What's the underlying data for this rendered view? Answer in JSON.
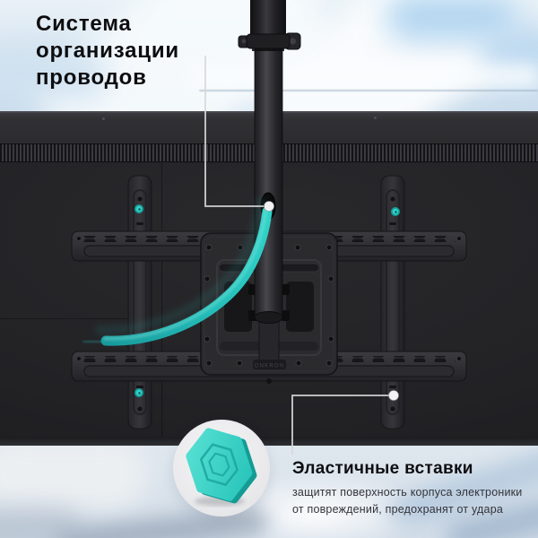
{
  "annotations": {
    "cable_management": {
      "title": "Система организации проводов",
      "title_lines": [
        "Система",
        "организации",
        "проводов"
      ]
    },
    "elastic_inserts": {
      "heading": "Эластичные вставки",
      "body_lines": [
        "защитят поверхность корпуса электроники",
        "от повреждений, предохранят от удара"
      ]
    }
  },
  "product": {
    "brand_label": "ONKRON",
    "shown": "ceiling TV mount, back of TV with bracket rails, pole and teal cable"
  },
  "colors": {
    "accent_teal": "#2ecbc2",
    "cable_teal": "#23b7b3",
    "callout_line": "#d8d8d8",
    "callout_dot": "#f2f2f3",
    "title_text": "#0d0d0f",
    "body_text": "#33343a",
    "tv_body": "#242427",
    "badge_background": "#ebebed",
    "sky_background": "#d7e5f0"
  },
  "icons": [
    {
      "name": "elastic-insert-hexagon-icon",
      "meaning": "teal elastic insert pad"
    },
    {
      "name": "callout-dot",
      "meaning": "annotation anchor point"
    },
    {
      "name": "teal-thumbscrew",
      "meaning": "tool-free fixing screw"
    }
  ]
}
